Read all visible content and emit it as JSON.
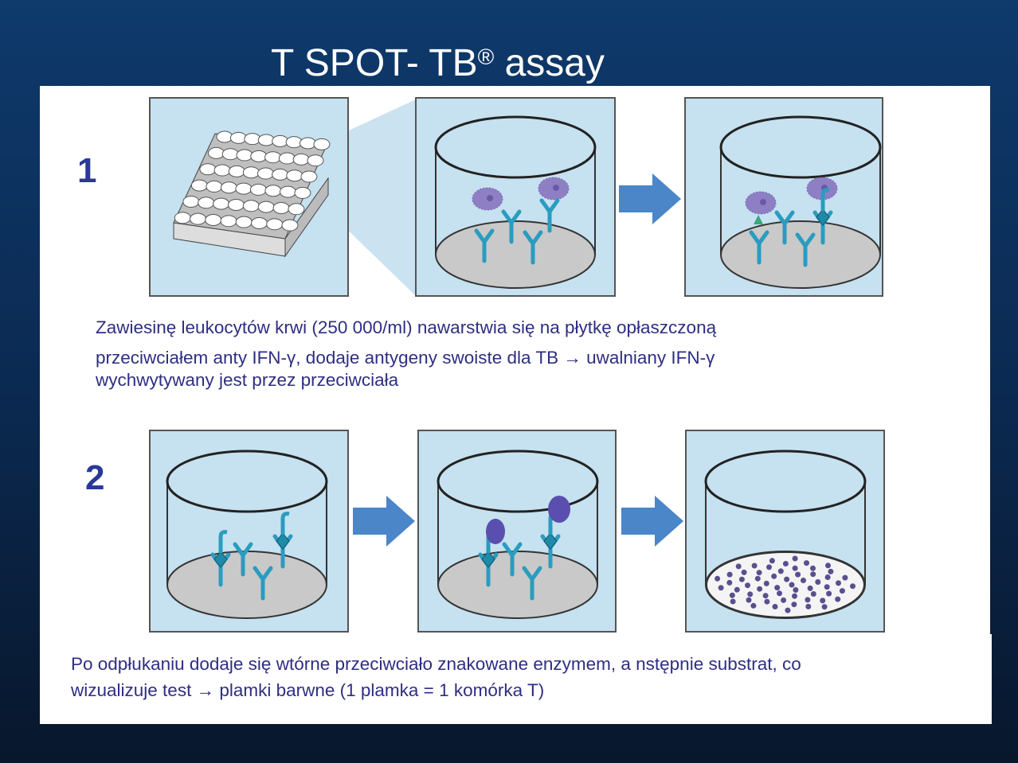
{
  "slide": {
    "title": "T SPOT- TB",
    "title_mark": "®",
    "title_suffix": " assay",
    "step1": {
      "number": "1",
      "lines": [
        "Zawiesinę leukocytów krwi (250 000/ml) nawarstwia się na płytkę opłaszczoną",
        "przeciwciałem anty IFN-γ, dodaje antygeny swoiste dla TB → uwalniany IFN-γ",
        "wychwytywany jest przez przeciwciała"
      ]
    },
    "step2": {
      "number": "2",
      "lines": [
        "Po odpłukaniu dodaje się wtórne przeciwciało znakowane enzymem, a nstępnie substrat, co",
        "wizualizuje test → plamki barwne (1 plamka = 1 komórka T)"
      ]
    }
  },
  "colors": {
    "panel": "#c6e1f0",
    "arrow": "#4a86c8",
    "antibody": "#2a9cbf",
    "cell": "#8e7fc4",
    "spot": "#5a4f8e",
    "well_bottom": "#c9c9c9",
    "text": "#2e2e82"
  }
}
